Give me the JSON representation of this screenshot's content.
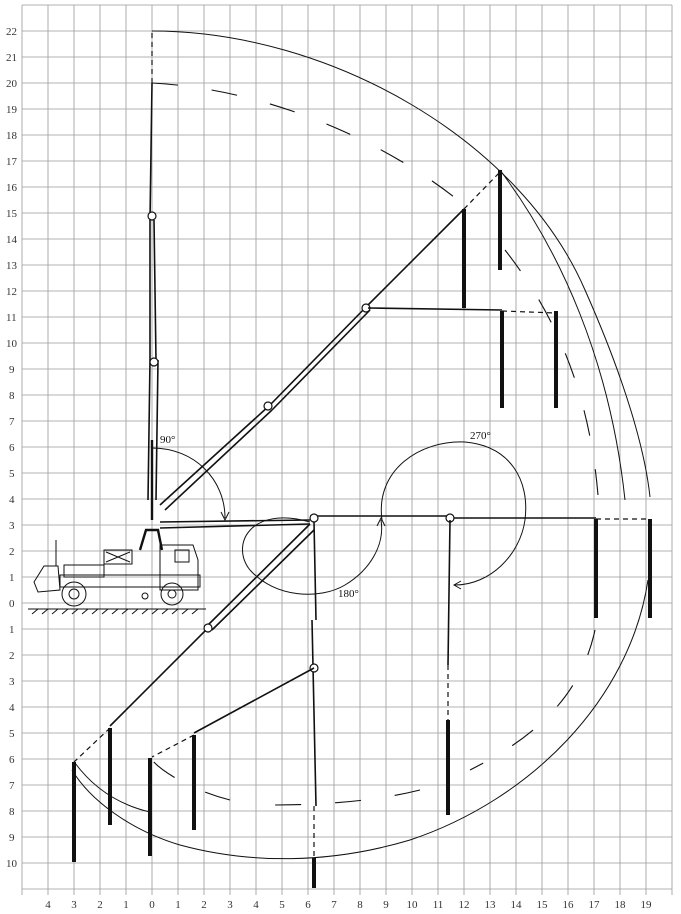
{
  "diagram": {
    "x_axis_labels": [
      "4",
      "3",
      "2",
      "1",
      "0",
      "1",
      "2",
      "3",
      "4",
      "5",
      "6",
      "7",
      "8",
      "9",
      "10",
      "11",
      "12",
      "13",
      "14",
      "15",
      "16",
      "17",
      "18",
      "19"
    ],
    "y_axis_labels_up": [
      "22",
      "21",
      "20",
      "19",
      "18",
      "17",
      "16",
      "15",
      "14",
      "13",
      "12",
      "11",
      "10",
      "9",
      "8",
      "7",
      "6",
      "5",
      "4",
      "3",
      "2",
      "1",
      "0"
    ],
    "y_axis_labels_down": [
      "1",
      "2",
      "3",
      "4",
      "5",
      "6",
      "7",
      "8",
      "9",
      "10"
    ],
    "angle_labels": {
      "angle_90": "90°",
      "angle_180": "180°",
      "angle_270": "270°"
    },
    "subject": "truck-mounted concrete pump boom reach diagram"
  }
}
